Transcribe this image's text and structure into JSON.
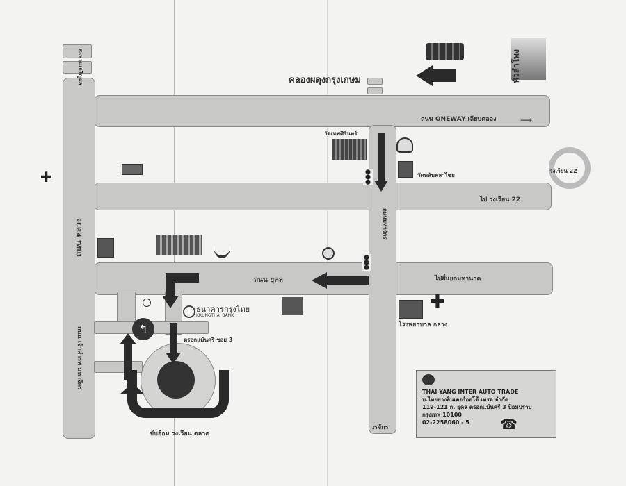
{
  "canal": "คลองผดุงกรุงเกษม",
  "station": "หัวลำโพง",
  "roads": {
    "top_oneway": "ถนน ONEWAY เลียบคลอง",
    "to_circle22": "ไป วงเวียน 22",
    "yukhon": "ถนน ยุคล",
    "right_of_yukhon": "ไปสี่แยกมหานาค",
    "left_main": "ถนน หลวง",
    "left_top": "สะพานเจริญผล",
    "left_bottom": "ถนน เจ้าคำรพ มหาจักร",
    "vertical_main": "ถนนมหาจักร",
    "soi3": "ตรอกแม้นศรี ซอย 3",
    "vertical_bottom": "วรจักร"
  },
  "landmarks": {
    "temple1": "วัดเทพศิรินทร์",
    "temple2": "วัดพลับพลาไชย",
    "circle22": "วงเวียน 22",
    "bank": "ธนาคารกรุงไทย",
    "bank_en": "KRUNGTHAI BANK",
    "hospital": "โรงพยาบาล กลาง",
    "roundabout": "ขับอ้อม วงเวียน ตลาด"
  },
  "company": {
    "name_en": "THAI YANG INTER AUTO TRADE",
    "name_th": "บ.ไทยยางอินเตอร์ออโต้ เทรด จำกัด",
    "address": "119-121 ถ. ยุคล ตรอกแม้นศรี 3 ป้อมปราบ",
    "city": "กรุงเทพ 10100",
    "phone": "02-2258060 - 5"
  },
  "colors": {
    "road": "#c8c8c6",
    "arrow": "#2a2a2a",
    "paper": "#f3f3f1"
  }
}
